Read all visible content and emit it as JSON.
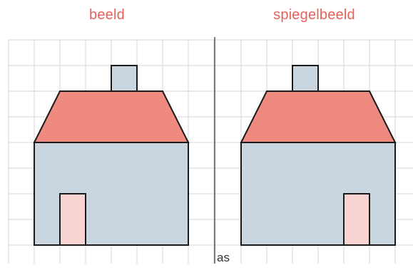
{
  "titles": {
    "left": "beeld",
    "right": "spiegelbeeld"
  },
  "axis_label": "as",
  "colors": {
    "title": "#e8605a",
    "roof": "#ee8a80",
    "wall": "#c9d6df",
    "door": "#f7d3d2",
    "chimney": "#c9d6df",
    "grid": "#d4d4d4",
    "axis": "#555555",
    "outline": "#1a1a1a"
  }
}
